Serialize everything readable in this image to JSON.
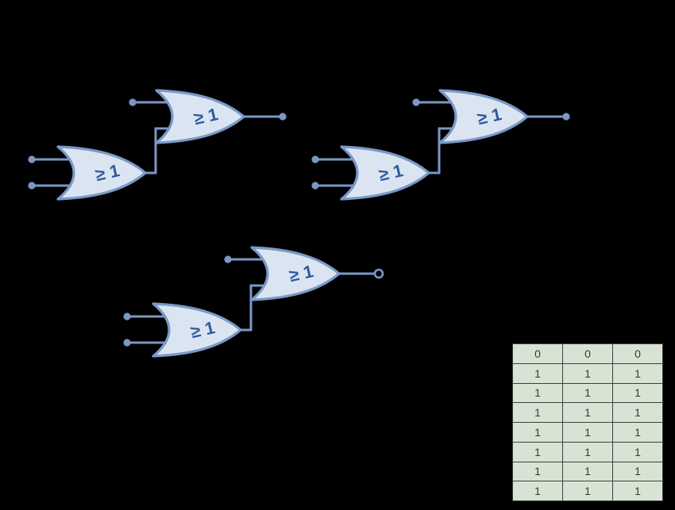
{
  "figure": {
    "description": "Logic diagram with three pairs of cascaded IEC OR gates (associativity of disjunction) and a truth table",
    "background": "#000000"
  },
  "gates": {
    "label": "≥ 1"
  },
  "groups": [
    {
      "id": "pair-top-left"
    },
    {
      "id": "pair-top-right"
    },
    {
      "id": "pair-bottom-middle"
    }
  ],
  "truth_table": {
    "columns": 3,
    "rows": [
      [
        "0",
        "0",
        "0"
      ],
      [
        "1",
        "1",
        "1"
      ],
      [
        "1",
        "1",
        "1"
      ],
      [
        "1",
        "1",
        "1"
      ],
      [
        "1",
        "1",
        "1"
      ],
      [
        "1",
        "1",
        "1"
      ],
      [
        "1",
        "1",
        "1"
      ],
      [
        "1",
        "1",
        "1"
      ]
    ]
  },
  "colors": {
    "gate_fill": "#dbe5f1",
    "gate_stroke": "#7a99c7",
    "gate_label": "#2e5b9c",
    "wire": "#7b97c6",
    "table_fill": "#d7e4d3",
    "table_border": "#3f3f3f",
    "table_text": "#383838",
    "background": "#000000"
  }
}
